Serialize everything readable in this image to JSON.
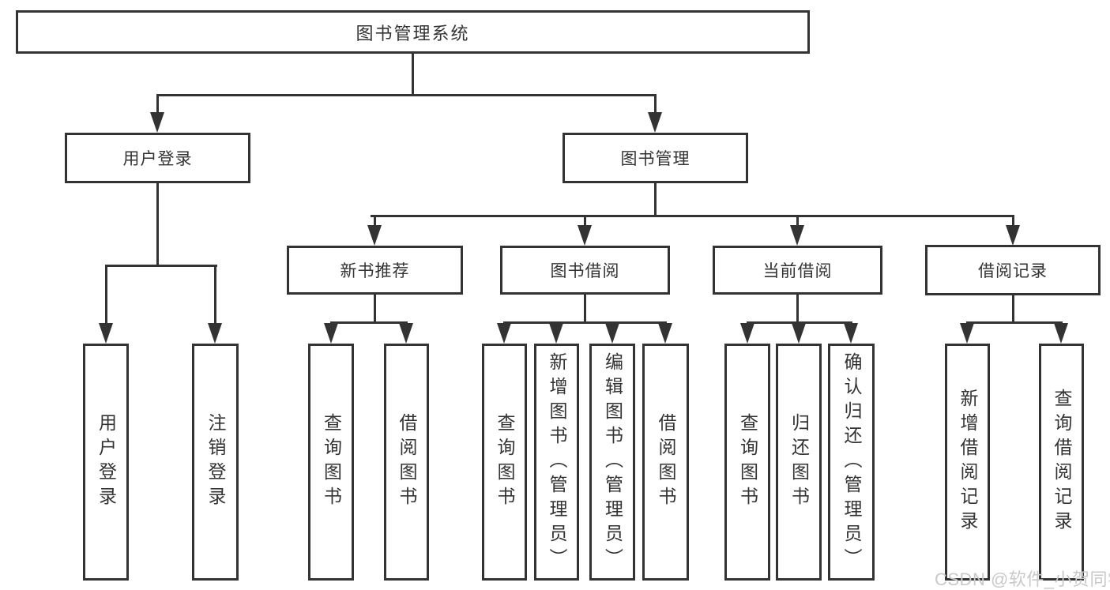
{
  "diagram": {
    "root": {
      "label": "图书管理系统"
    },
    "branches": [
      {
        "label": "用户登录",
        "children": [
          {
            "label": "用户登录"
          },
          {
            "label": "注销登录"
          }
        ]
      },
      {
        "label": "图书管理",
        "children": [
          {
            "label": "新书推荐",
            "children": [
              {
                "label": "查询图书"
              },
              {
                "label": "借阅图书"
              }
            ]
          },
          {
            "label": "图书借阅",
            "children": [
              {
                "label": "查询图书"
              },
              {
                "label": "新增图书（管理员）"
              },
              {
                "label": "编辑图书（管理员）"
              },
              {
                "label": "借阅图书"
              }
            ]
          },
          {
            "label": "当前借阅",
            "children": [
              {
                "label": "查询图书"
              },
              {
                "label": "归还图书"
              },
              {
                "label": "确认归还（管理员）"
              }
            ]
          },
          {
            "label": "借阅记录",
            "children": [
              {
                "label": "新增借阅记录"
              },
              {
                "label": "查询借阅记录"
              }
            ]
          }
        ]
      }
    ]
  },
  "watermark": {
    "text": "CSDN @软件_小贺同学"
  },
  "colors": {
    "line": "#333333",
    "box_fill": "#ffffff",
    "text": "#333333",
    "watermark_text": "#c9c9c9"
  }
}
